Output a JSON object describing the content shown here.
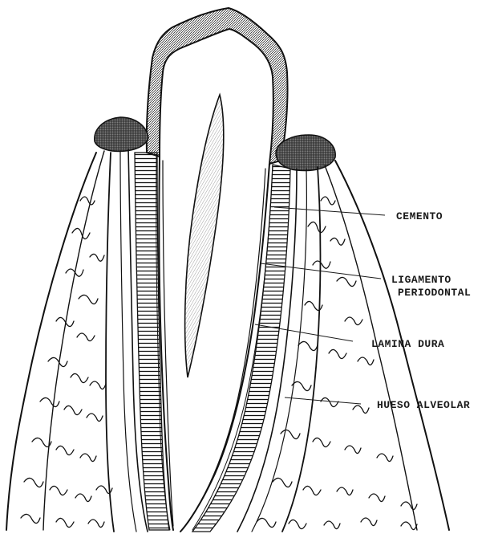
{
  "diagram": {
    "labels": {
      "cemento": "CEMENTO",
      "ligamento_line1": "LIGAMENTO",
      "ligamento_line2": "PERIODONTAL",
      "lamina_dura": "LAMINA DURA",
      "hueso_alveolar": "HUESO ALVEOLAR"
    },
    "colors": {
      "ink": "#111111",
      "paper": "#ffffff",
      "gum": "#3a3a3a",
      "pulp": "#c8c8c8"
    }
  }
}
